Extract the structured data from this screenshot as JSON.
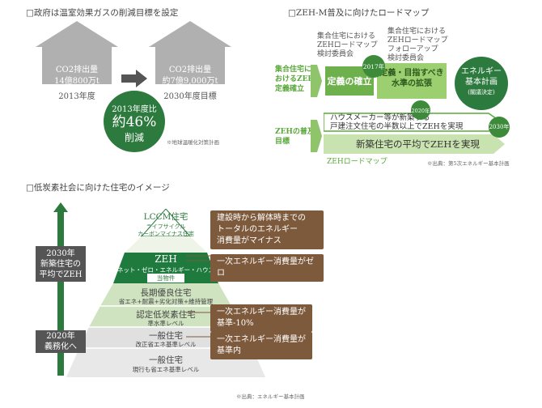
{
  "s1": {
    "title": "□政府は温室効果ガスの削減目標を設定",
    "house1": {
      "line1": "CO2排出量",
      "line2": "14億800万t",
      "caption": "2013年度"
    },
    "house2": {
      "line1": "CO2排出量",
      "line2": "約7億9,000万t",
      "caption": "2030年度目標"
    },
    "circle": {
      "line1": "2013年度比",
      "line2": "約46%",
      "line3": "削減"
    },
    "note": "※地球温暖化対策計画"
  },
  "s2": {
    "title": "□ZEH-M普及に向けたロードマップ",
    "label1": [
      "集合住宅に",
      "おけるZEH",
      "定義確立"
    ],
    "label2": [
      "ZEHの普及",
      "目標"
    ],
    "committee1": [
      "集合住宅における",
      "ZEHロードマップ",
      "検討委員会"
    ],
    "committee2": [
      "集合住宅における",
      "ZEHロードマップ",
      "フォローアップ",
      "検討委員会"
    ],
    "y2017": "2017年",
    "y2020": "2020年",
    "y2030": "2030年",
    "define": "定義の確立",
    "aim": [
      "定義・目指すべき",
      "水準の拡張"
    ],
    "energy_plan": [
      "エネルギー",
      "基本計画"
    ],
    "energy_plan_sub": "(閣議決定)",
    "target1": [
      "ハウスメーカー等が新築する",
      "戸建注文住宅の半数以上でZEHを実現"
    ],
    "target2": "新築住宅の平均でZEHを実現",
    "roadmap_label": "ZEHロードマップ",
    "note": "※出典：第5次エネルギー基本計画"
  },
  "s3": {
    "title": "□低炭素社会に向けた住宅のイメージ",
    "lccm": "LCCM住宅",
    "lccm_sub": [
      "ライフサイクル",
      "カーボンマイナス住宅"
    ],
    "zeh": "ZEH",
    "zeh_sub": "ネット・ゼロ・エネルギー・ハウス",
    "badge": "当物件",
    "long": "長期優良住宅",
    "long_sub": "省エネ+耐震+劣化対策+維持管理",
    "lowc": "認定低炭素住宅",
    "lowc_sub": "準水準レベル",
    "gen1": "一般住宅",
    "gen1_sub": "改正省エネ基準レベル",
    "gen2": "一般住宅",
    "gen2_sub": "現行も省エネ基準レベル",
    "arrow_box1": [
      "2030年",
      "新築住宅の",
      "平均でZEH"
    ],
    "arrow_box2": [
      "2020年",
      "義務化へ"
    ],
    "box1": [
      "建設時から解体時までの",
      "トータルのエネルギー",
      "消費量がマイナス"
    ],
    "box2": "一次エネルギー消費量がゼロ",
    "box3": [
      "一次エネルギー消費量が",
      "基準-10%"
    ],
    "box4": [
      "一次エネルギー消費量が",
      "基準内"
    ],
    "note": "※出典：エネルギー基本計画"
  }
}
